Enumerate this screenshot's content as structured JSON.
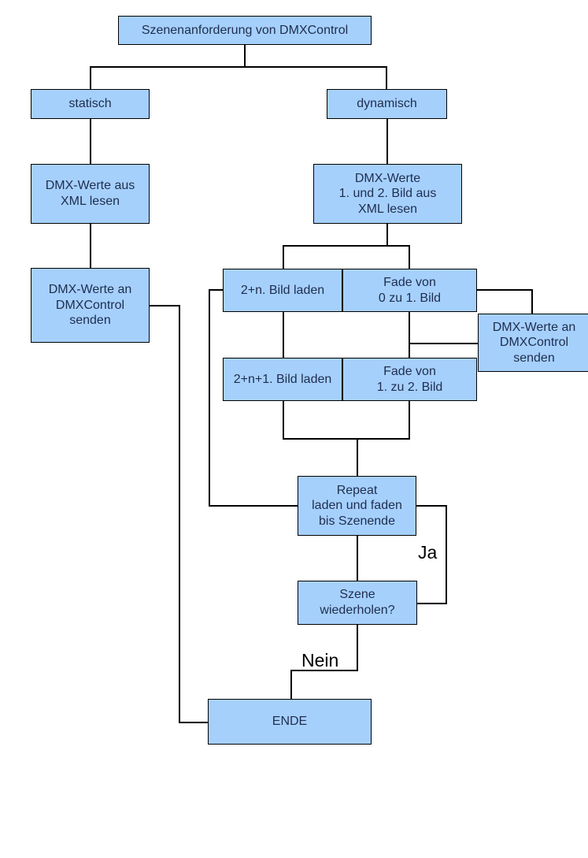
{
  "diagram": {
    "type": "flowchart",
    "colors": {
      "background": "#ffffff",
      "node_fill": "#A6D0FC",
      "node_border": "#000000",
      "node_text": "#1E2D50",
      "connector": "#000000"
    },
    "nodes": [
      {
        "id": "start",
        "label": "Szenenanforderung von DMXControl"
      },
      {
        "id": "statisch",
        "label": "statisch"
      },
      {
        "id": "dynamisch",
        "label": "dynamisch"
      },
      {
        "id": "read-xml-static",
        "label": "DMX-Werte aus\nXML lesen"
      },
      {
        "id": "read-xml-dynamic",
        "label": "DMX-Werte\n1. und 2. Bild aus\nXML lesen"
      },
      {
        "id": "send-static",
        "label": "DMX-Werte an\nDMXControl\nsenden"
      },
      {
        "id": "load-n",
        "label": "2+n. Bild laden"
      },
      {
        "id": "fade-0-1",
        "label": "Fade von\n0 zu 1. Bild"
      },
      {
        "id": "send-dynamic",
        "label": "DMX-Werte an\nDMXControl\nsenden"
      },
      {
        "id": "load-n-plus-1",
        "label": "2+n+1. Bild laden"
      },
      {
        "id": "fade-1-2",
        "label": "Fade von\n1. zu 2. Bild"
      },
      {
        "id": "repeat",
        "label": "Repeat\nladen und faden\nbis Szenende"
      },
      {
        "id": "repeat-question",
        "label": "Szene\nwiederholen?"
      },
      {
        "id": "ende",
        "label": "ENDE"
      }
    ],
    "edge_labels": {
      "yes": "Ja",
      "no": "Nein"
    }
  }
}
